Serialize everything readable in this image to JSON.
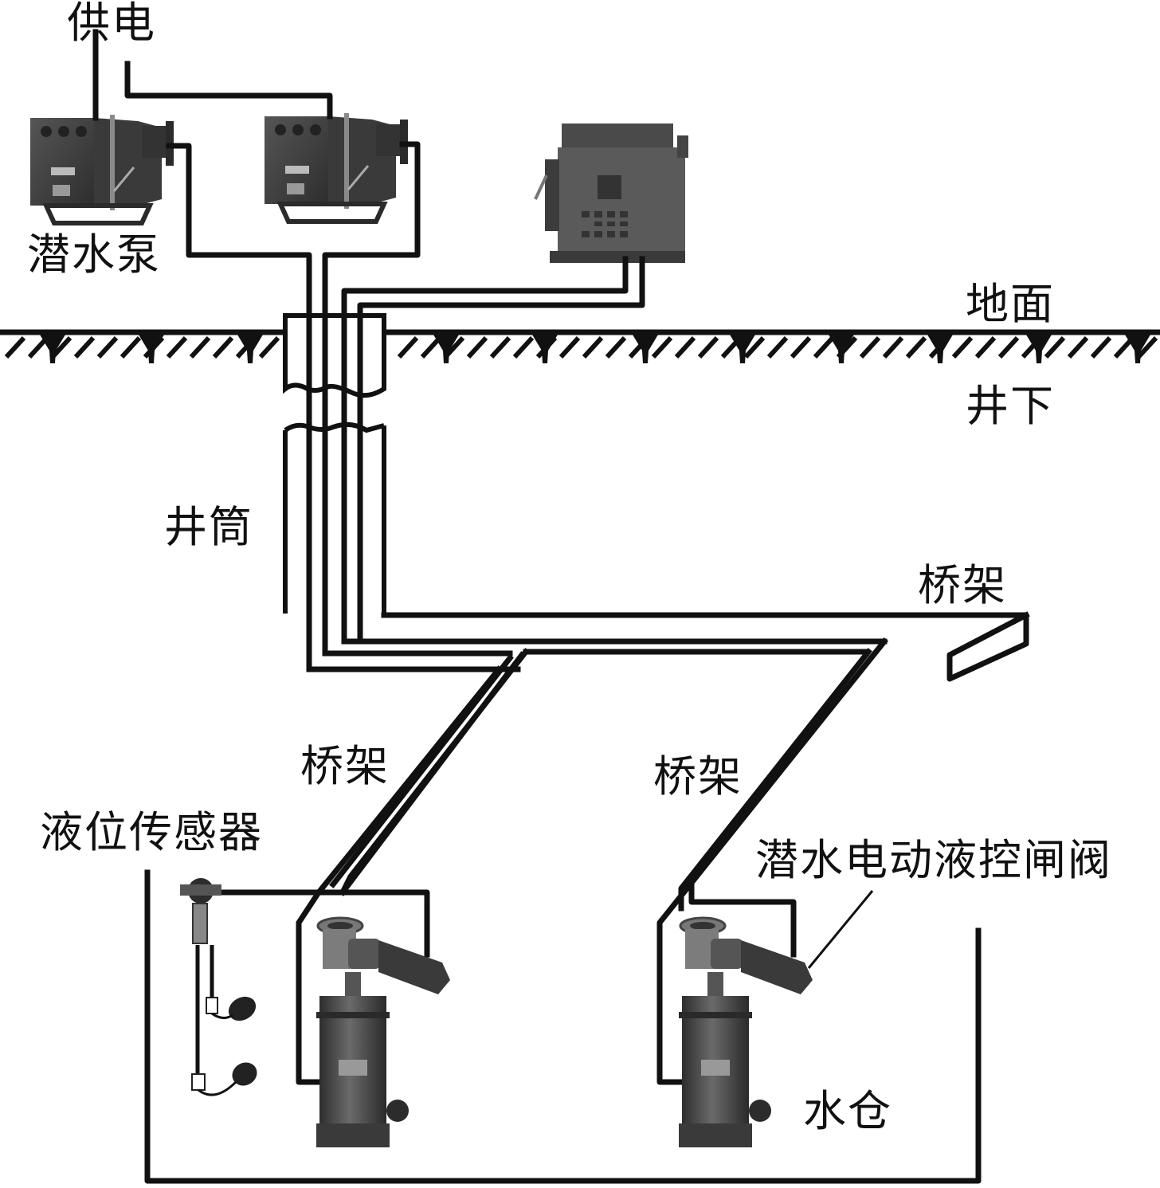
{
  "diagram": {
    "title": "潜水泵排水系统示意图",
    "colors": {
      "line": "#111111",
      "equipment_dark": "#3a3a3a",
      "equipment_mid": "#5c5c5c",
      "equipment_light": "#8a8a8a",
      "background": "#ffffff"
    },
    "labels": {
      "power_supply": "供电",
      "submersible_pump_switch": "潜水泵",
      "ground_surface": "地面",
      "underground": "井下",
      "shaft": "井筒",
      "cable_tray_right": "桥架",
      "cable_tray_left": "桥架",
      "cable_tray_middle": "桥架",
      "level_sensor": "液位传感器",
      "valve": "潜水电动液控闸阀",
      "sump": "水仓"
    },
    "components": [
      {
        "id": "pump-switch-1",
        "kind": "explosion-proof switch (潜水泵)",
        "zone": "surface"
      },
      {
        "id": "pump-switch-2",
        "kind": "explosion-proof switch",
        "zone": "surface"
      },
      {
        "id": "control-box",
        "kind": "control cabinet",
        "zone": "surface"
      },
      {
        "id": "level-sensor",
        "kind": "液位传感器",
        "zone": "sump"
      },
      {
        "id": "pump-1",
        "kind": "submersible pump with valve",
        "zone": "sump"
      },
      {
        "id": "pump-2",
        "kind": "submersible pump with valve",
        "zone": "sump"
      }
    ]
  }
}
